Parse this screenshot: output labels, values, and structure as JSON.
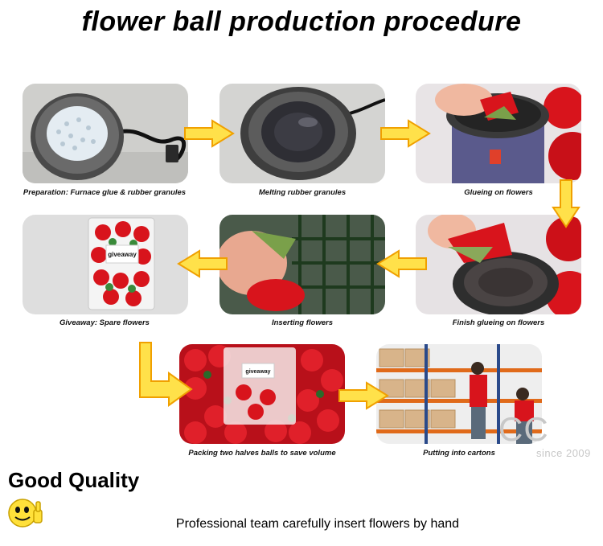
{
  "title": "flower ball production procedure",
  "steps": [
    {
      "caption": "Preparation: Furnace glue & rubber granules"
    },
    {
      "caption": "Melting rubber granules"
    },
    {
      "caption": "Glueing on flowers"
    },
    {
      "caption": "Finish glueing on flowers"
    },
    {
      "caption": "Inserting flowers"
    },
    {
      "caption": "Giveaway: Spare flowers"
    },
    {
      "caption": "Packing two halves balls to save volume"
    },
    {
      "caption": "Putting into cartons"
    }
  ],
  "bag_label": "giveaway",
  "watermark": {
    "brand": "CC",
    "since": "since 2009"
  },
  "quality": "Good Quality",
  "tagline": "Professional team carefully insert flowers by hand",
  "colors": {
    "arrow_fill": "#ffe14a",
    "arrow_stroke": "#f0a000",
    "rose": "#d8141c"
  }
}
